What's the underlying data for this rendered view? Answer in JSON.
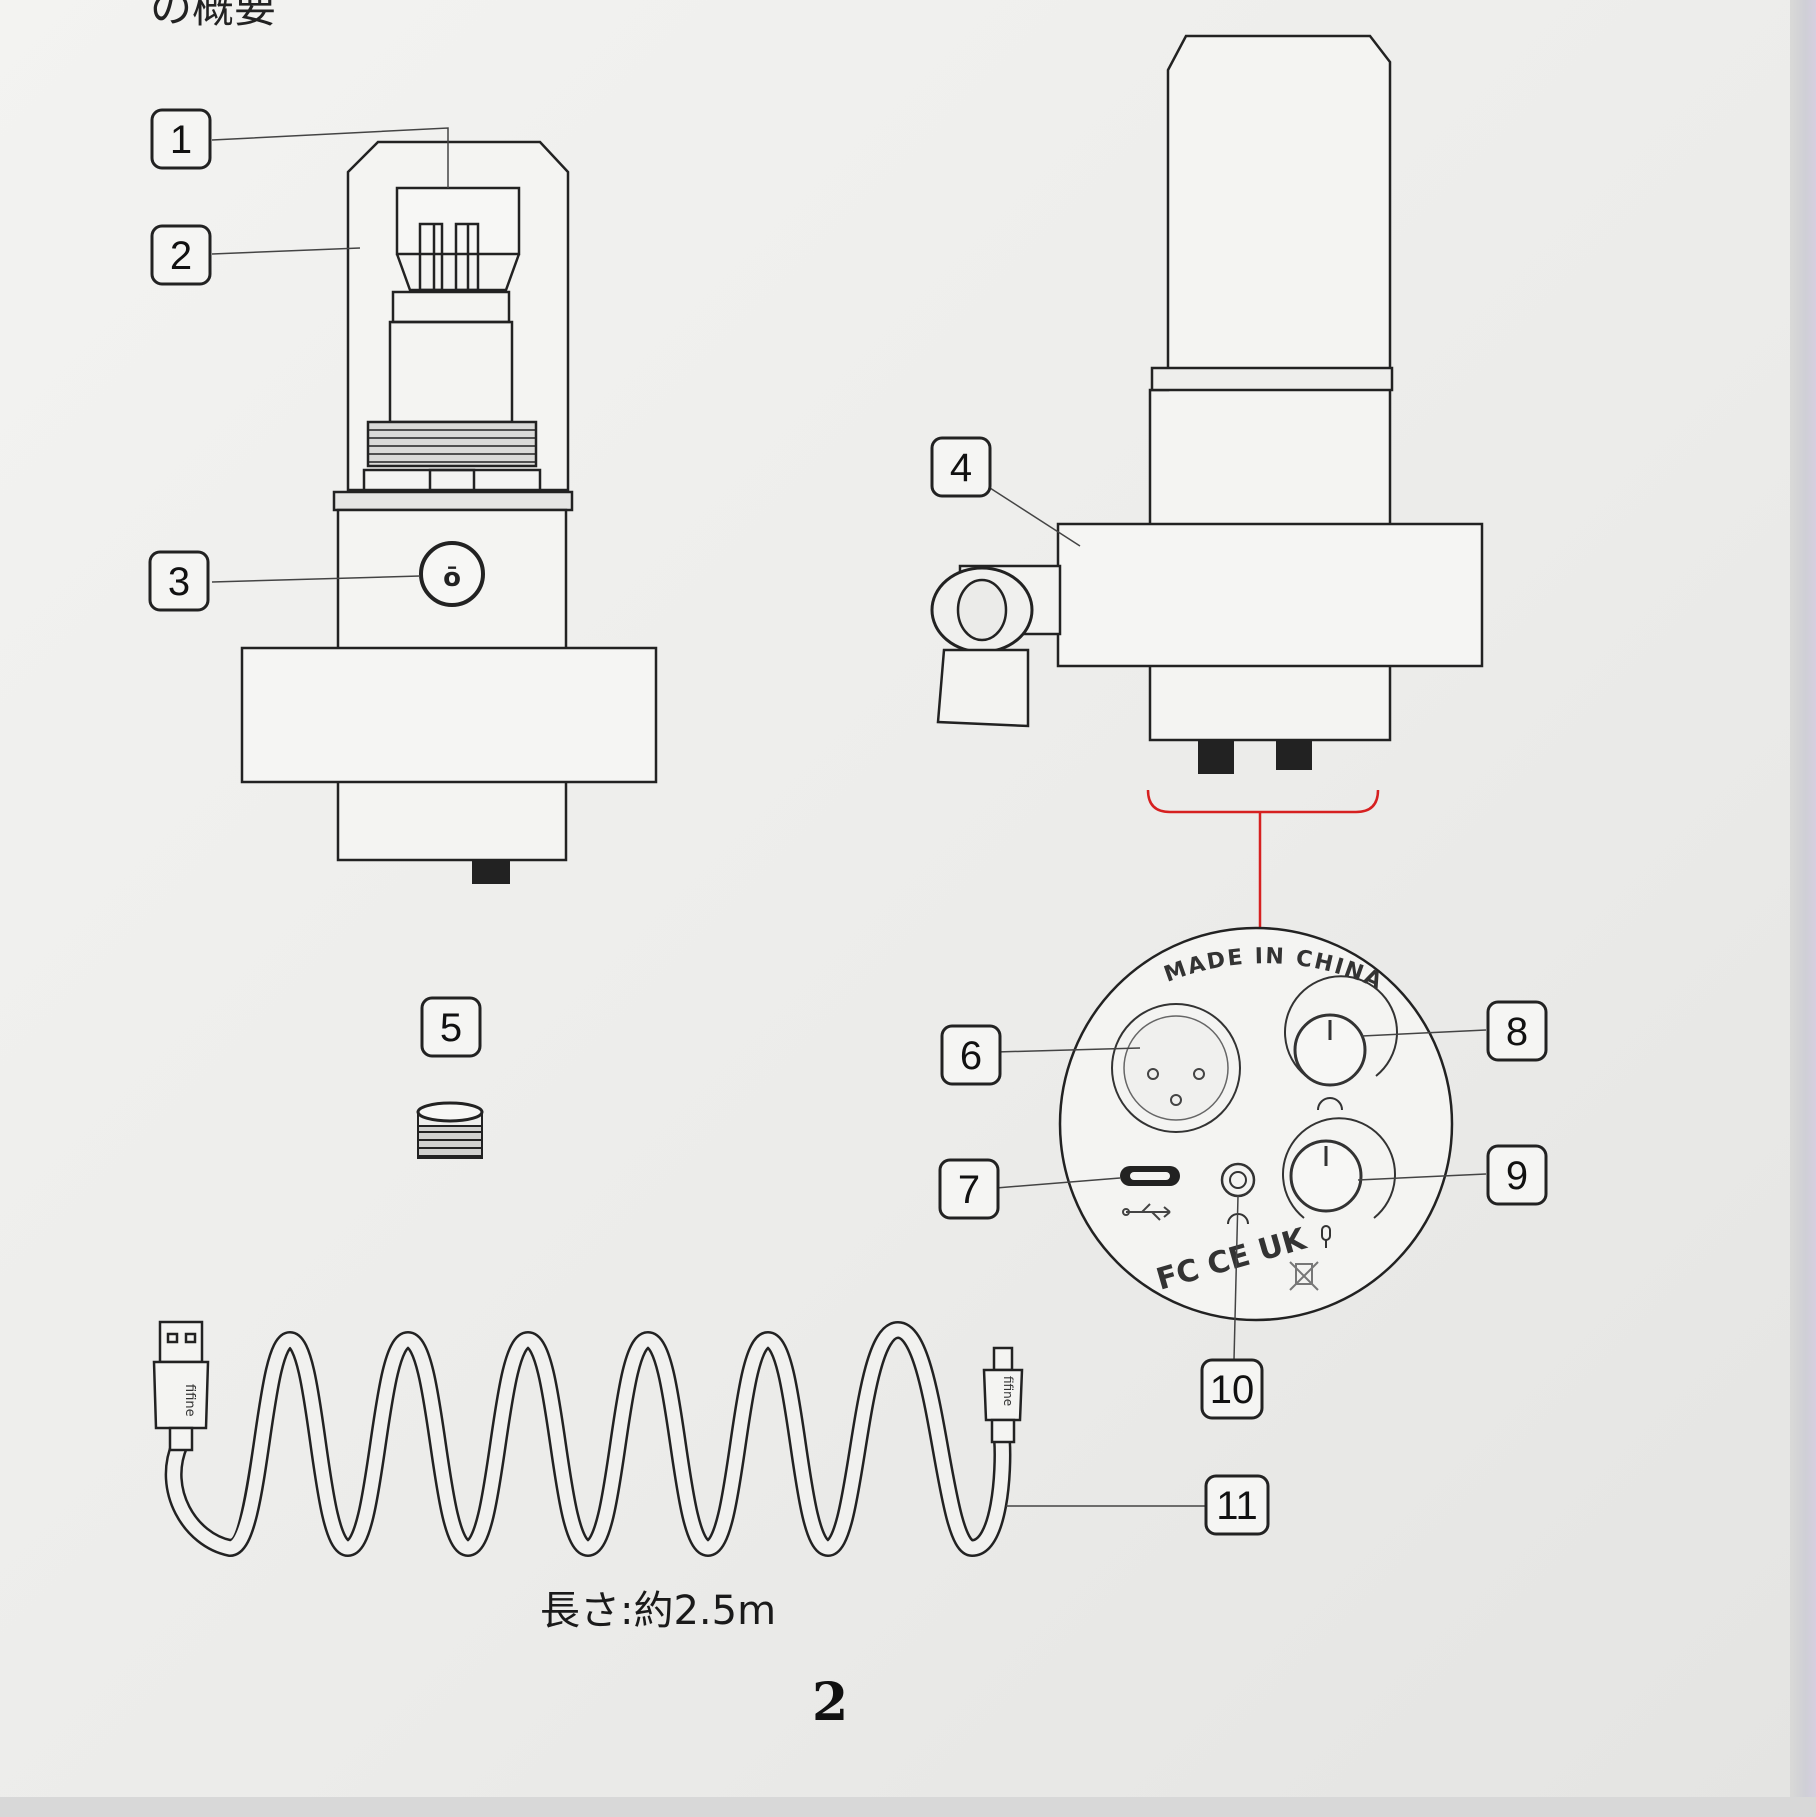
{
  "heading_fragment": "の概要",
  "callouts": [
    "1",
    "2",
    "3",
    "4",
    "5",
    "6",
    "7",
    "8",
    "9",
    "10",
    "11"
  ],
  "port_panel": {
    "arc_text": "MADE IN CHINA",
    "compliance_marks": "FC CE UK"
  },
  "cable": {
    "brand_text": "fifine"
  },
  "caption": "長さ:約2.5m",
  "page_number": "2"
}
